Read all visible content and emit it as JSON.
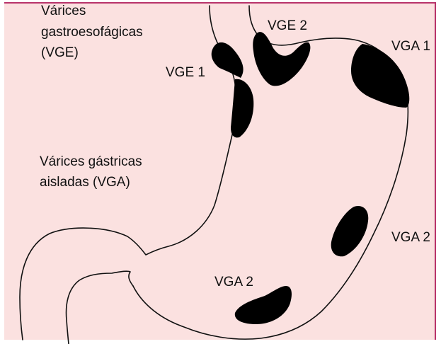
{
  "labels": {
    "vge_group_line1": "Várices",
    "vge_group_line2": "gastroesofágicas",
    "vge_group_line3": "(VGE)",
    "vga_group_line1": "Várices gástricas",
    "vga_group_line2": "aisladas (VGA)",
    "vge1": "VGE 1",
    "vge2": "VGE 2",
    "vga1": "VGA 1",
    "vga2_right": "VGA 2",
    "vga2_bottom": "VGA 2"
  },
  "colors": {
    "background": "#fbe1e0",
    "frame": "#b8336a",
    "outline": "#111111",
    "varices": "#000000"
  }
}
